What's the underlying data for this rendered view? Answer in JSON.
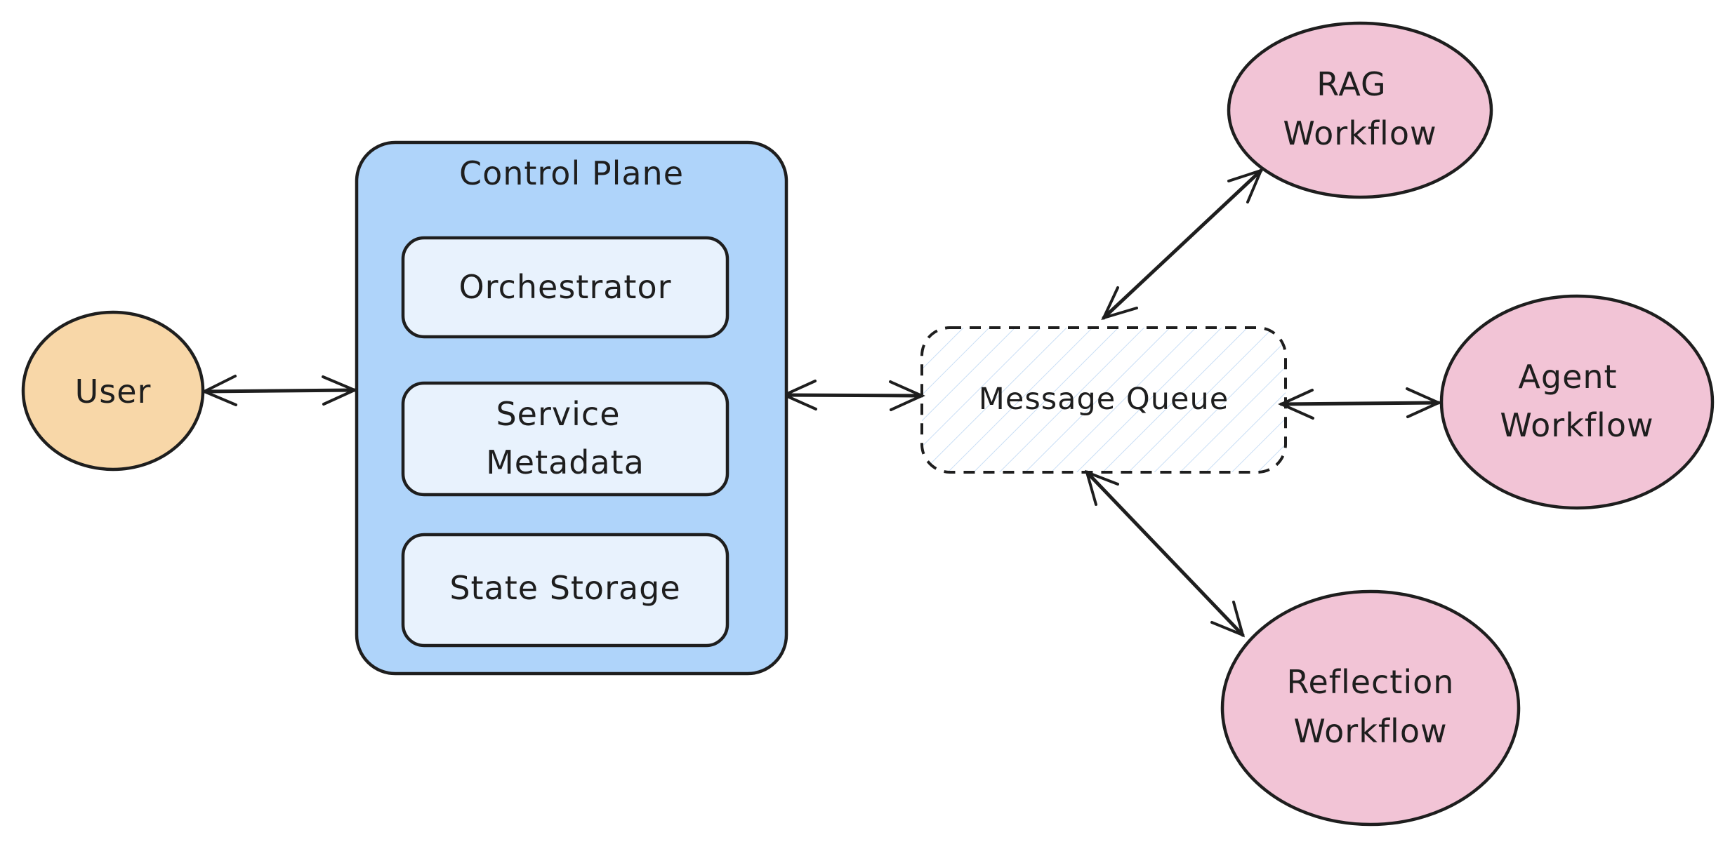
{
  "nodes": {
    "user": {
      "label": "User",
      "color": "#f8d7a8"
    },
    "control_plane": {
      "label": "Control Plane",
      "color": "#afd4fa"
    },
    "orchestrator": {
      "label": "Orchestrator",
      "color": "#e8f2fd"
    },
    "service_metadata": {
      "line1": "Service",
      "line2": "Metadata",
      "color": "#e8f2fd"
    },
    "state_storage": {
      "label": "State Storage",
      "color": "#e8f2fd"
    },
    "message_queue": {
      "label": "Message Queue",
      "color": "#f2f7fd"
    },
    "rag_workflow": {
      "line1": "RAG",
      "line2": "Workflow",
      "color": "#f2c4d6"
    },
    "agent_workflow": {
      "line1": "Agent",
      "line2": "Workflow",
      "color": "#f2c4d6"
    },
    "reflection_workflow": {
      "line1": "Reflection",
      "line2": "Workflow",
      "color": "#f2c4d6"
    }
  },
  "edges": [
    {
      "from": "User",
      "to": "Control Plane",
      "direction": "bidirectional"
    },
    {
      "from": "Control Plane",
      "to": "Message Queue",
      "direction": "bidirectional"
    },
    {
      "from": "Message Queue",
      "to": "RAG Workflow",
      "direction": "bidirectional"
    },
    {
      "from": "Message Queue",
      "to": "Agent Workflow",
      "direction": "bidirectional"
    },
    {
      "from": "Message Queue",
      "to": "Reflection Workflow",
      "direction": "bidirectional"
    }
  ]
}
